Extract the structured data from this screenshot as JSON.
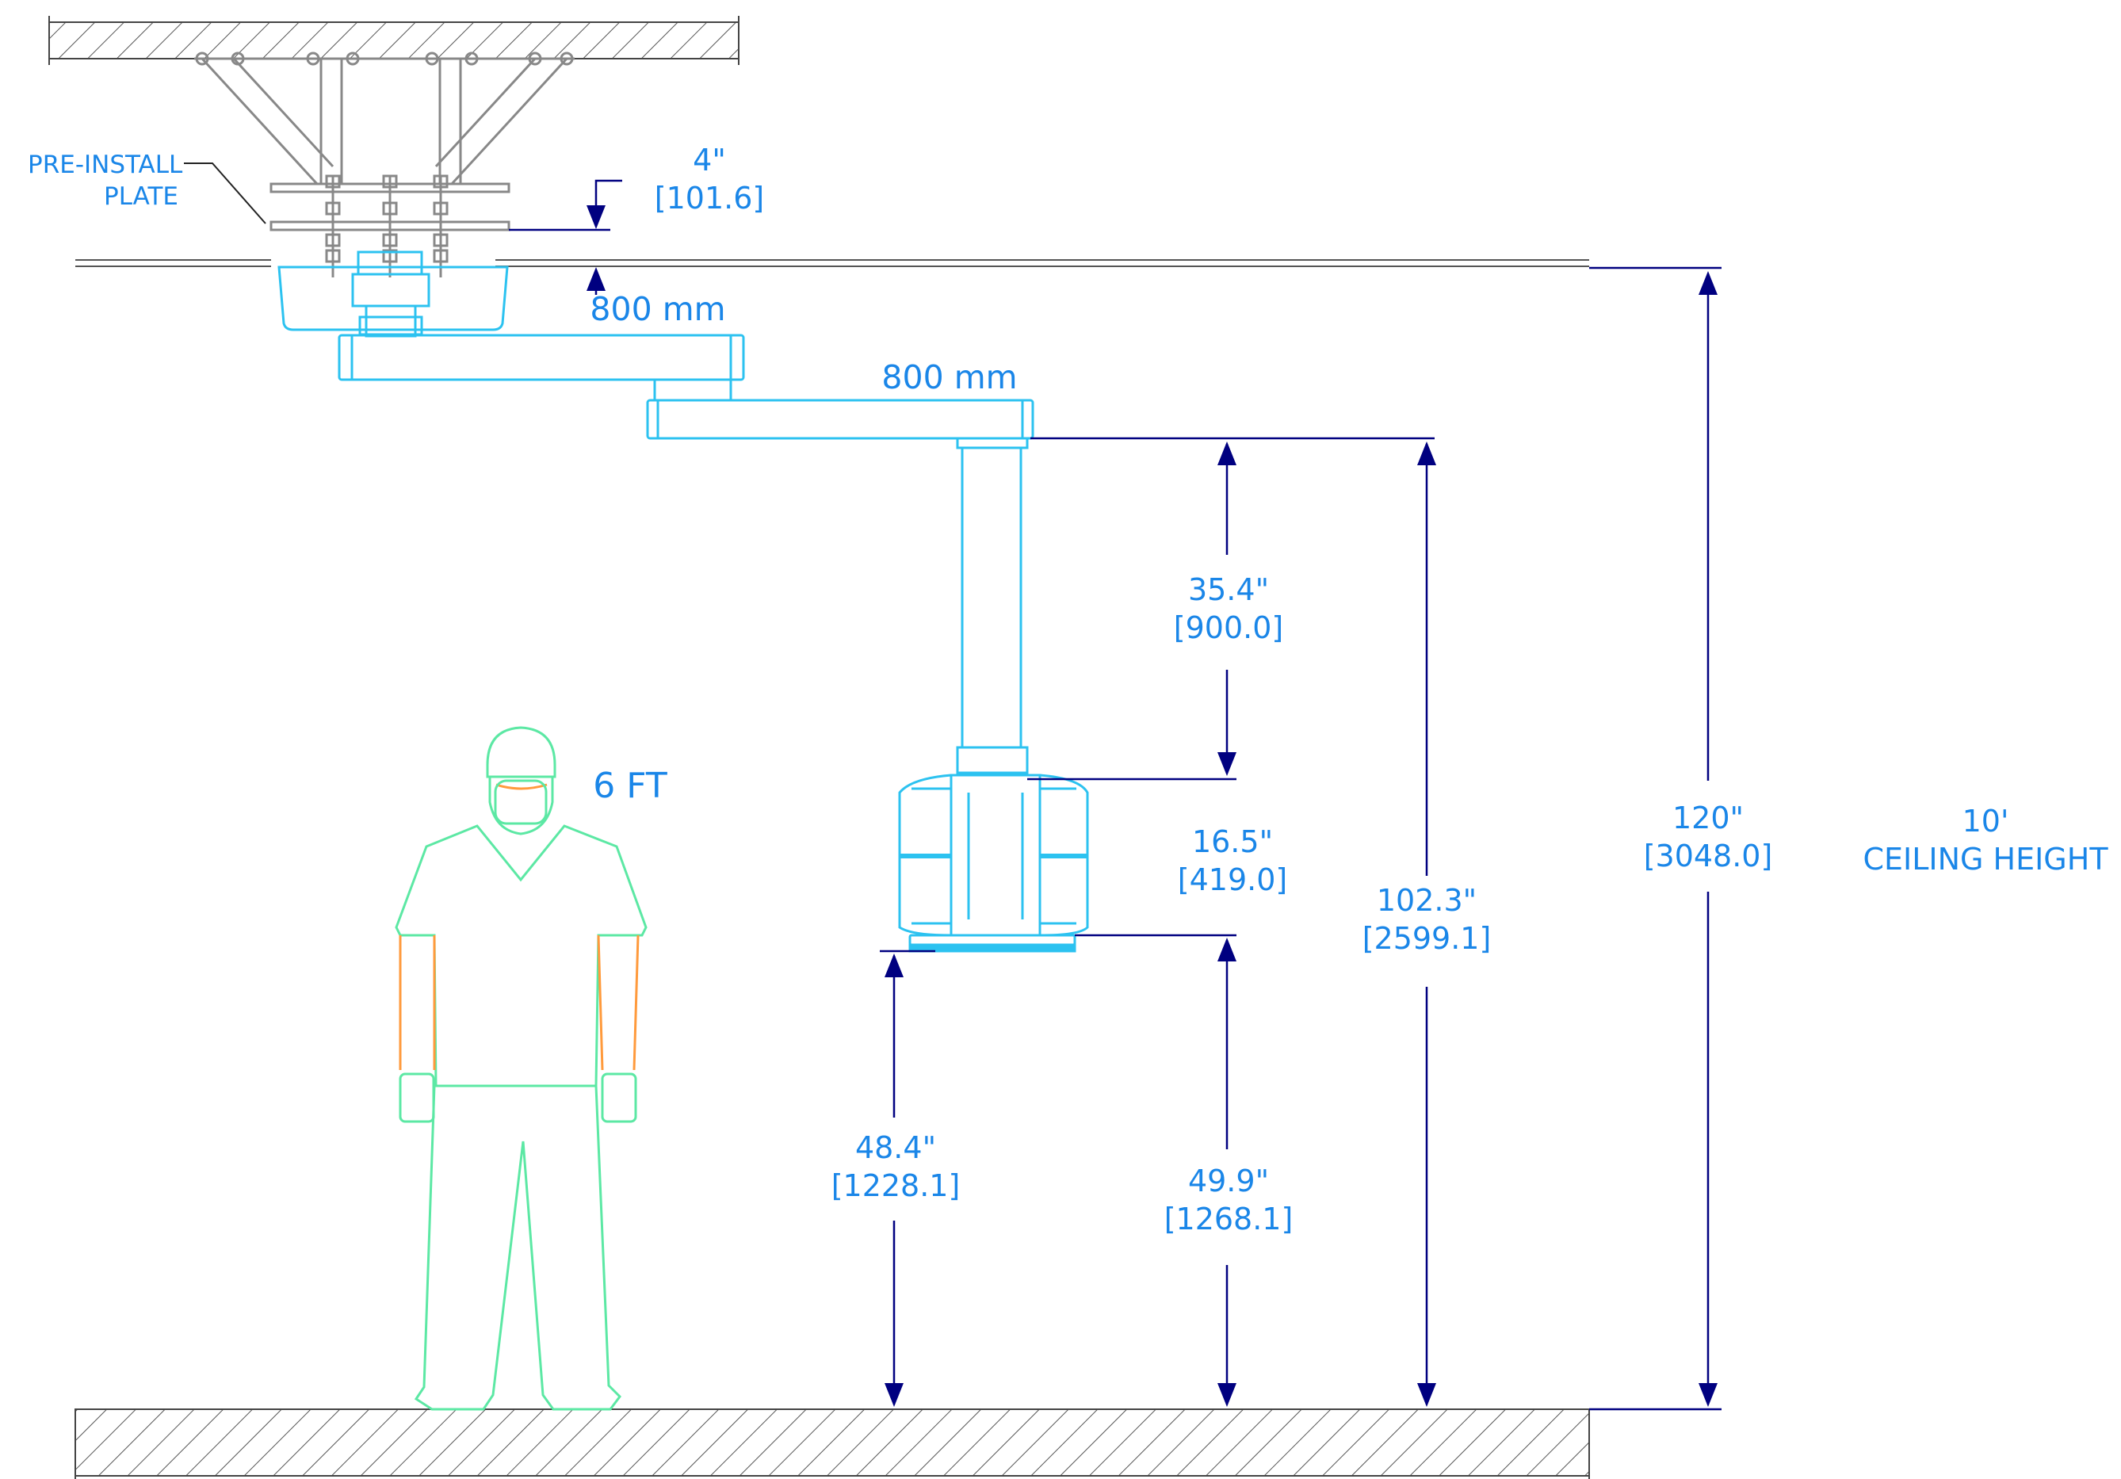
{
  "labels": {
    "pre_install": [
      "PRE-INSTALL",
      "PLATE"
    ],
    "plate_dim": [
      "4\"",
      "[101.6]"
    ],
    "arm1_len": "800 mm",
    "arm2_len": "800 mm",
    "column_dim": [
      "35.4\"",
      "[900.0]"
    ],
    "head_dim": [
      "16.5\"",
      "[419.0]"
    ],
    "height_under_head": [
      "48.4\"",
      "[1228.1]"
    ],
    "height_to_head": [
      "49.9\"",
      "[1268.1]"
    ],
    "height_to_arm": [
      "102.3\"",
      "[2599.1]"
    ],
    "ceiling_dim": [
      "120\"",
      "[3048.0]"
    ],
    "ceiling_note": [
      "10'",
      "CEILING HEIGHT"
    ],
    "person_height": "6 FT"
  },
  "colors": {
    "equipment": "#2cc2f0",
    "dimension": "#000080",
    "text": "#1a86e8",
    "person": "#5ce8a4",
    "skin": "#ff9a3c",
    "hatch": "#555555"
  }
}
